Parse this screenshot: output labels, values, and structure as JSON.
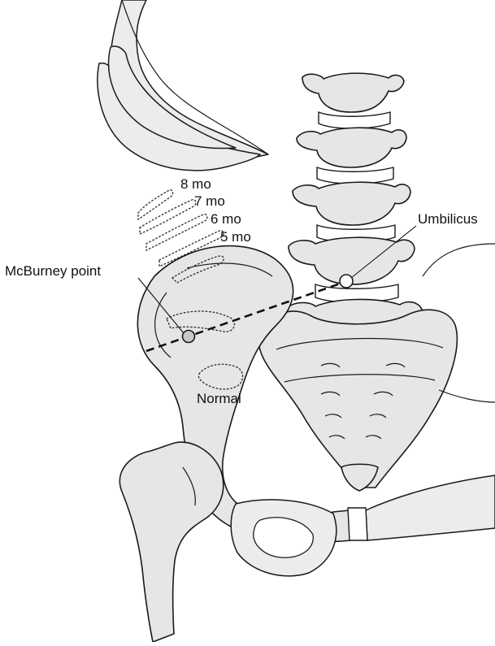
{
  "labels": {
    "month_8": "8 mo",
    "month_7": "7 mo",
    "month_6": "6 mo",
    "month_5": "5 mo",
    "mcburney": "McBurney point",
    "umbilicus": "Umbilicus",
    "normal": "Normal"
  },
  "colors": {
    "bone_fill": "#e6e6e6",
    "outline": "#1a1a1a",
    "mcburney_marker": "#c8c8c8"
  }
}
